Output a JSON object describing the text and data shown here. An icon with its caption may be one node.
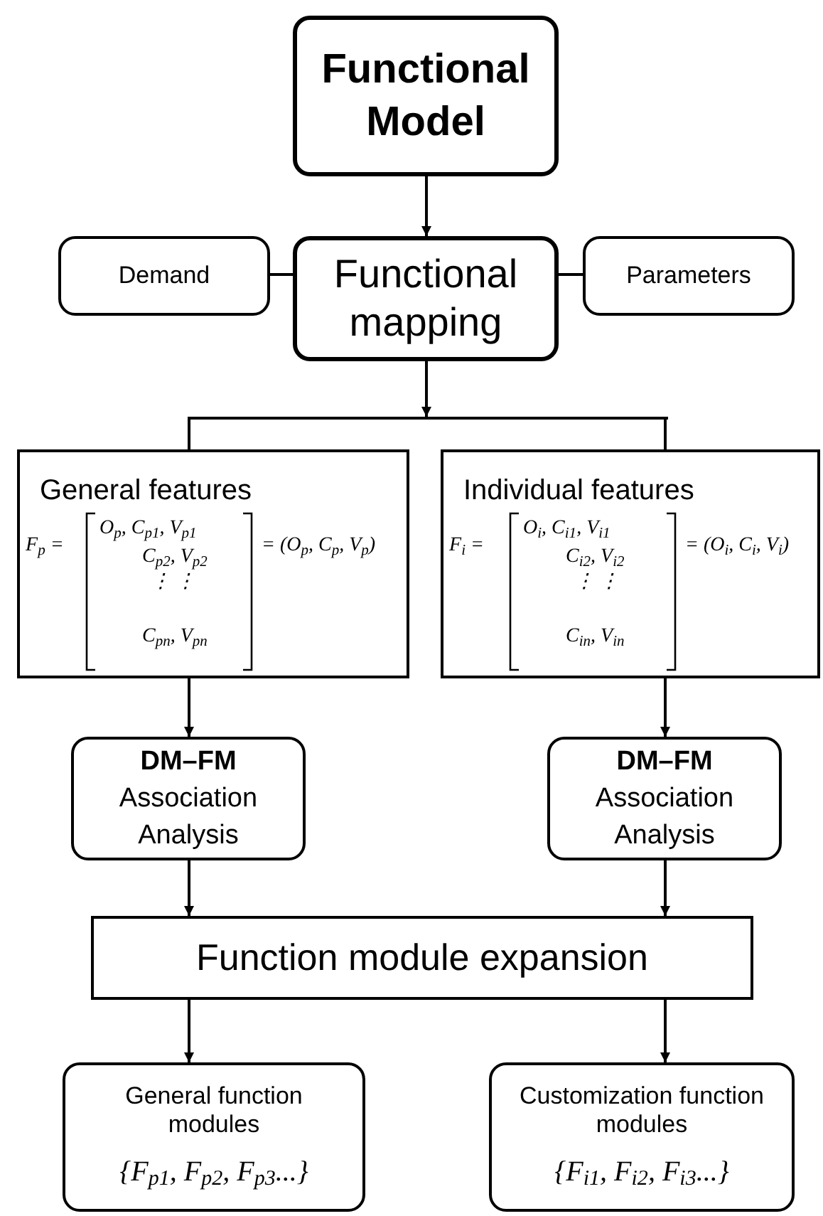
{
  "diagram": {
    "nodes": [
      {
        "text": [
          "Functional Model"
        ]
      },
      {
        "text": [
          "Demand"
        ]
      },
      {
        "text": [
          "Functional mapping"
        ]
      },
      {
        "text": [
          "Parameters"
        ]
      },
      {
        "text": [],
        "shape": "bar"
      },
      {
        "text": [
          "General features",
          "F$_{p}$ =",
          "O$_{p}$, C$_{p1}$, V$_{p1}$",
          "C$_{p2}$, V$_{p2}$",
          "⋮ ⋮",
          "C$_{pn}$, V$_{pn}$",
          "= (O$_{p}$, C$_{p}$, V$_{p}$)"
        ]
      },
      {
        "text": [
          "Individual features",
          "F$_{i}$ =",
          "O$_{i}$, C$_{i1}$, V$_{i1}$",
          "C$_{i2}$, V$_{i2}$",
          "⋮ ⋮",
          "C$_{in}$, V$_{in}$",
          "= (O$_{i}$, C$_{i}$, V$_{i}$)"
        ]
      },
      {
        "text": [
          "DM–FM",
          "Association Analysis"
        ]
      },
      {
        "text": [
          "DM–FM",
          "Association Analysis"
        ]
      },
      {
        "text": [
          "Function module expansion"
        ]
      },
      {
        "text": [
          "General function modules",
          "{F$_{p1}$, F$_{p2}$, F$_{p3}$...}"
        ]
      },
      {
        "text": [
          "Customization function modules",
          "{F$_{i1}$, F$_{i2}$, F$_{i3}$...}"
        ]
      }
    ],
    "edges": [
      {
        "from": 0,
        "to": 2,
        "arrow": "to"
      },
      {
        "from": 1,
        "to": 2,
        "arrow": "none"
      },
      {
        "from": 2,
        "to": 3,
        "arrow": "none"
      },
      {
        "from": 2,
        "to": 4,
        "arrow": "to"
      },
      {
        "from": 4,
        "to": 5,
        "arrow": "none"
      },
      {
        "from": 4,
        "to": 6,
        "arrow": "none"
      },
      {
        "from": 5,
        "to": 7,
        "arrow": "to"
      },
      {
        "from": 6,
        "to": 8,
        "arrow": "to"
      },
      {
        "from": 7,
        "to": 9,
        "arrow": "to"
      },
      {
        "from": 8,
        "to": 9,
        "arrow": "to"
      },
      {
        "from": 9,
        "to": 10,
        "arrow": "to"
      },
      {
        "from": 9,
        "to": 11,
        "arrow": "to"
      }
    ]
  }
}
